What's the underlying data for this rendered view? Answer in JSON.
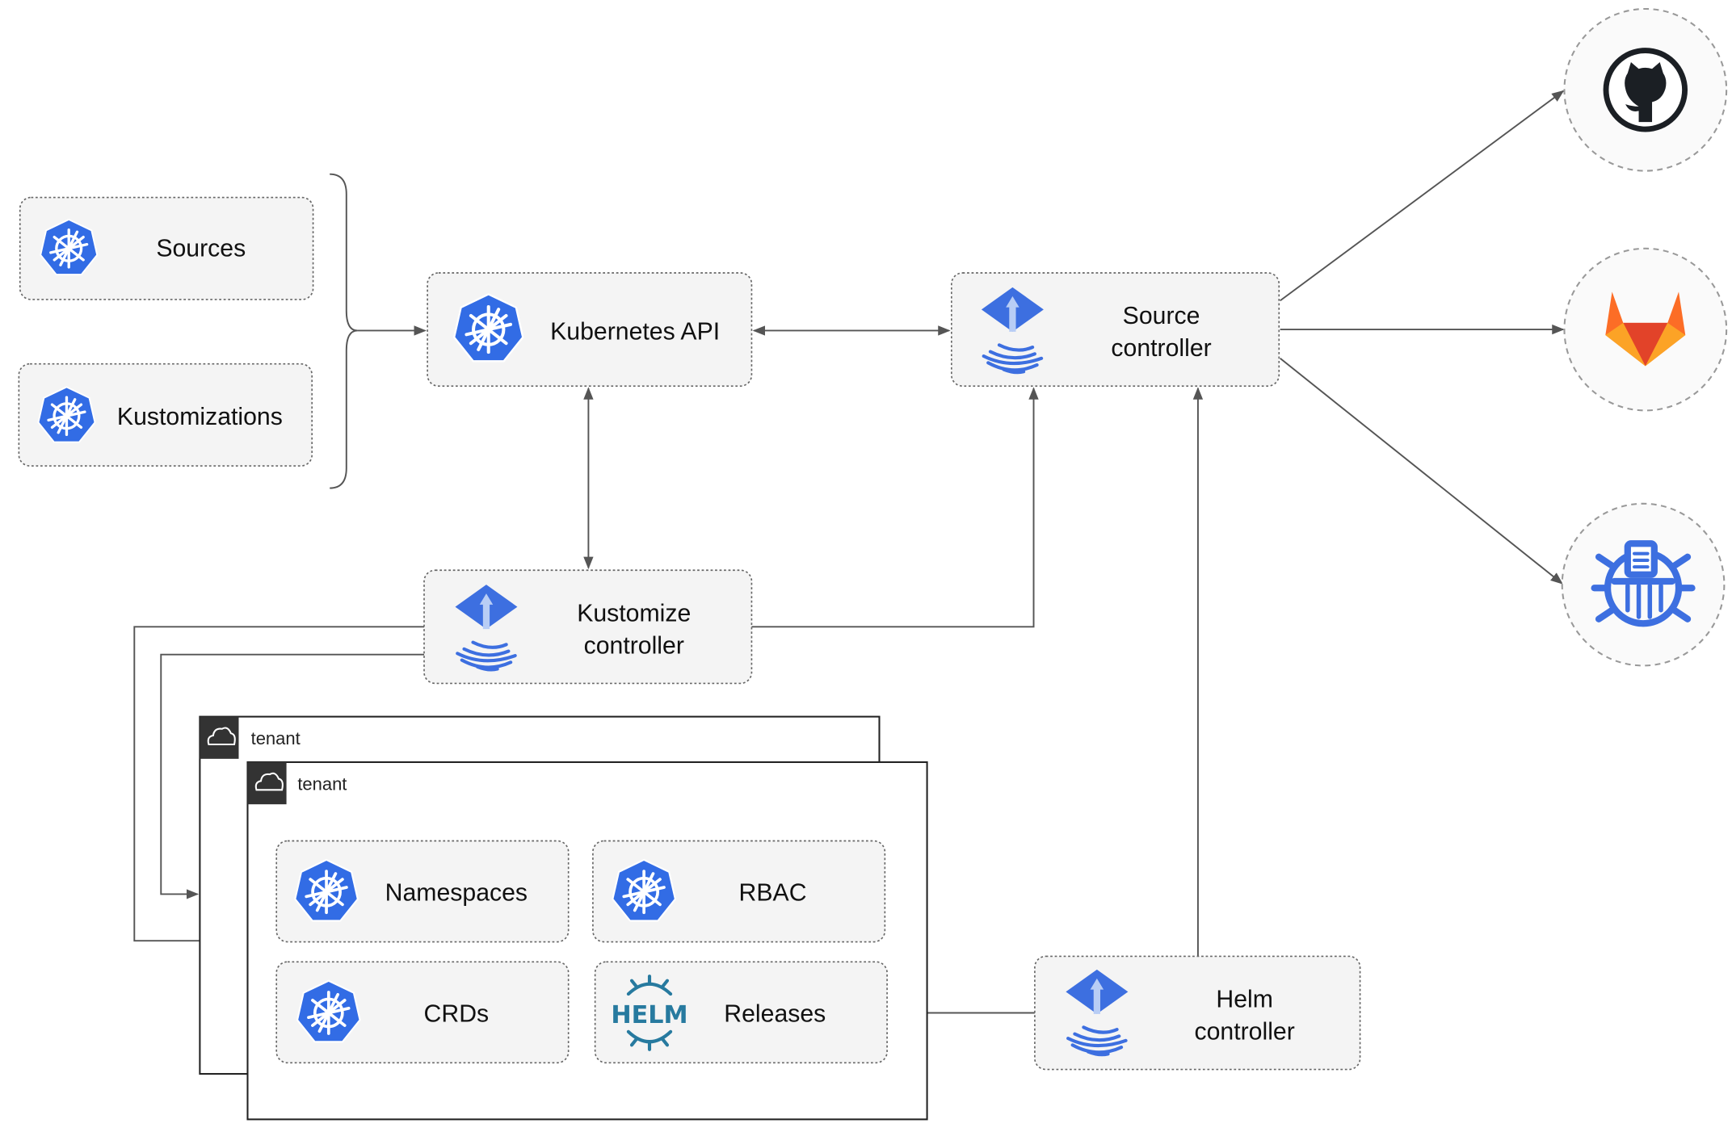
{
  "nodes": {
    "sources": "Sources",
    "kustomizations": "Kustomizations",
    "kubernetes_api": "Kubernetes API",
    "source_controller": [
      "Source",
      "controller"
    ],
    "kustomize_controller": [
      "Kustomize",
      "controller"
    ],
    "helm_controller": [
      "Helm",
      "controller"
    ],
    "tenant_back": "tenant",
    "tenant_front": "tenant",
    "namespaces": "Namespaces",
    "rbac": "RBAC",
    "crds": "CRDs",
    "releases": "Releases",
    "helm_logo": "HELM"
  },
  "icons": {
    "kubernetes": "kubernetes-icon",
    "flux": "flux-icon",
    "helm": "helm-icon",
    "github": "github-icon",
    "gitlab": "gitlab-icon",
    "bucket": "bucket-icon",
    "cloud": "cloud-icon"
  },
  "colors": {
    "k8s_blue": "#326ce5",
    "flux_blue": "#3d6fe0",
    "helm_blue": "#277a9f",
    "gitlab_orange": "#e24329",
    "github_dark": "#1b1f24"
  }
}
